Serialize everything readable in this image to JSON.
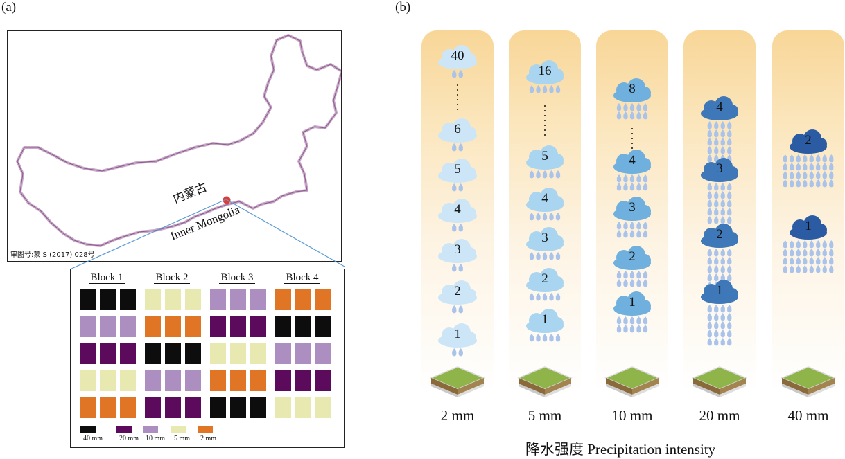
{
  "panel_a_label": "(a)",
  "panel_b_label": "(b)",
  "map": {
    "region_cn": "内蒙古",
    "region_en": "Inner Mongolia",
    "approval_code": "审图号:蒙 S (2017) 028号",
    "site_marker_color": "#e03c31",
    "boundary_color": "#c8a8c8",
    "zoom_line_color": "#5b9bd5"
  },
  "plots": {
    "blocks": [
      "Block 1",
      "Block 2",
      "Block 3",
      "Block 4"
    ],
    "rows": [
      [
        "40 mm",
        "40 mm",
        "40 mm",
        "5 mm",
        "5 mm",
        "5 mm",
        "10 mm",
        "10 mm",
        "10 mm",
        "2 mm",
        "2 mm",
        "2 mm"
      ],
      [
        "10 mm",
        "10 mm",
        "10 mm",
        "2 mm",
        "2 mm",
        "2 mm",
        "20 mm",
        "20 mm",
        "20 mm",
        "40 mm",
        "40 mm",
        "40 mm"
      ],
      [
        "20 mm",
        "20 mm",
        "20 mm",
        "40 mm",
        "40 mm",
        "40 mm",
        "5 mm",
        "5 mm",
        "5 mm",
        "10 mm",
        "10 mm",
        "10 mm"
      ],
      [
        "5 mm",
        "5 mm",
        "5 mm",
        "10 mm",
        "10 mm",
        "10 mm",
        "2 mm",
        "2 mm",
        "2 mm",
        "20 mm",
        "20 mm",
        "20 mm"
      ],
      [
        "2 mm",
        "2 mm",
        "2 mm",
        "20 mm",
        "20 mm",
        "20 mm",
        "40 mm",
        "40 mm",
        "40 mm",
        "5 mm",
        "5 mm",
        "5 mm"
      ]
    ],
    "legend": [
      {
        "label": "40 mm",
        "color": "#0d0d0d"
      },
      {
        "label": "20 mm",
        "color": "#5c0a5c"
      },
      {
        "label": "10 mm",
        "color": "#ac8fc0"
      },
      {
        "label": "5 mm",
        "color": "#e8e9b0"
      },
      {
        "label": "2 mm",
        "color": "#e07526"
      }
    ]
  },
  "intensity_columns": [
    {
      "label": "2 mm",
      "cloud_color": "#cde6f7",
      "clouds": [
        "40",
        "6",
        "5",
        "4",
        "3",
        "2",
        "1"
      ],
      "drop_rows": 1,
      "drops_per_row": 2
    },
    {
      "label": "5 mm",
      "cloud_color": "#a9d5f0",
      "clouds": [
        "16",
        "5",
        "4",
        "3",
        "2",
        "1"
      ],
      "drop_rows": 1,
      "drops_per_row": 5
    },
    {
      "label": "10 mm",
      "cloud_color": "#6fb0de",
      "clouds": [
        "8",
        "4",
        "3",
        "2",
        "1"
      ],
      "drop_rows": 2,
      "drops_per_row": 5
    },
    {
      "label": "20 mm",
      "cloud_color": "#3f78b8",
      "clouds": [
        "4",
        "3",
        "2",
        "1"
      ],
      "drop_rows": 5,
      "drops_per_row": 4
    },
    {
      "label": "40 mm",
      "cloud_color": "#2b5ca3",
      "clouds": [
        "2",
        "1"
      ],
      "drop_rows": 4,
      "drops_per_row": 8
    }
  ],
  "drop_color": "#a9c3ea",
  "x_axis_title": "降水强度 Precipitation intensity"
}
